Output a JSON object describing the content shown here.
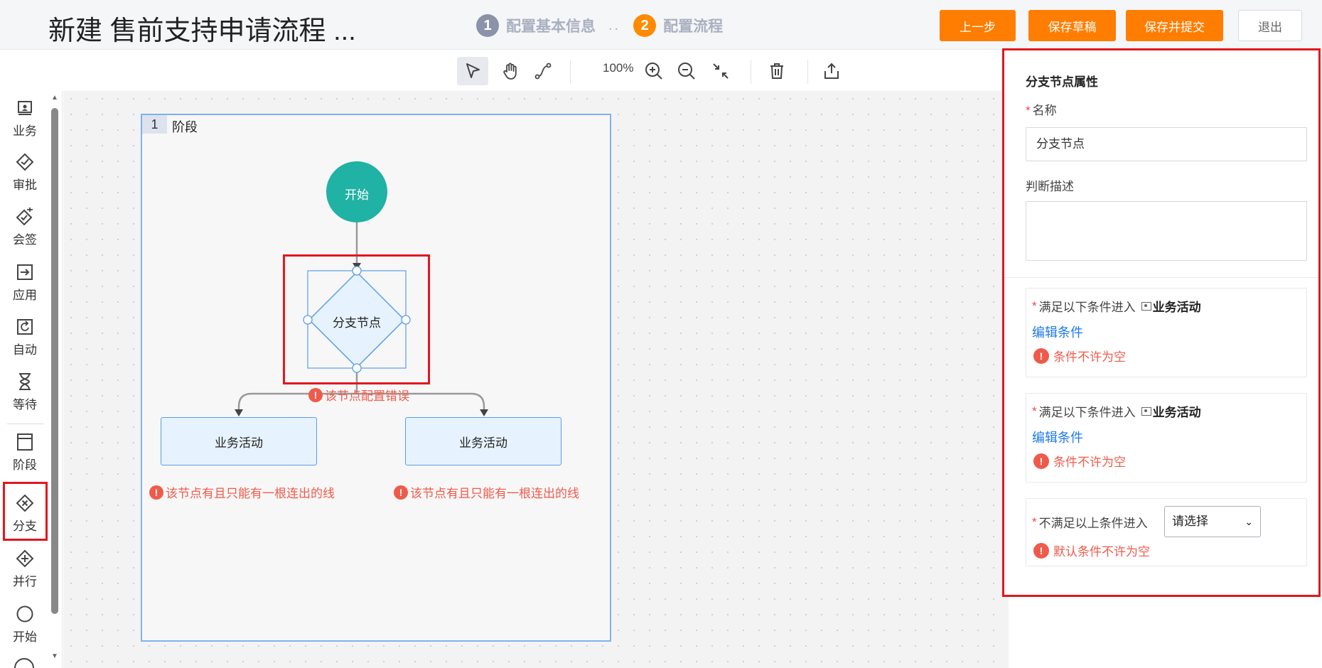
{
  "header": {
    "title": "新建 售前支持申请流程 ...",
    "steps": [
      {
        "num": "1",
        "label": "配置基本信息"
      },
      {
        "num": "2",
        "label": "配置流程"
      }
    ],
    "step_separator": "..",
    "buttons": {
      "prev": "上一步",
      "save_draft": "保存草稿",
      "save_submit": "保存并提交",
      "exit": "退出"
    }
  },
  "toolbar": {
    "zoom": "100%",
    "icons": [
      "pointer-select-icon",
      "hand-pan-icon",
      "connect-line-icon",
      "zoom-in-icon",
      "zoom-out-icon",
      "fit-screen-icon",
      "delete-icon",
      "export-icon"
    ]
  },
  "palette": {
    "items": [
      {
        "label": "业务",
        "icon": "business-icon"
      },
      {
        "label": "审批",
        "icon": "approval-icon"
      },
      {
        "label": "会签",
        "icon": "countersign-icon"
      },
      {
        "label": "应用",
        "icon": "application-icon"
      },
      {
        "label": "自动",
        "icon": "auto-icon"
      },
      {
        "label": "等待",
        "icon": "hourglass-icon"
      },
      {
        "label": "阶段",
        "icon": "stage-icon"
      },
      {
        "label": "分支",
        "icon": "branch-icon"
      },
      {
        "label": "并行",
        "icon": "parallel-icon"
      },
      {
        "label": "开始",
        "icon": "start-icon"
      }
    ]
  },
  "canvas": {
    "stage": {
      "num": "1",
      "label": "阶段"
    },
    "start_label": "开始",
    "branch_label": "分支节点",
    "branch_error": "该节点配置错误",
    "activities": [
      {
        "label": "业务活动",
        "error": "该节点有且只能有一根连出的线"
      },
      {
        "label": "业务活动",
        "error": "该节点有且只能有一根连出的线"
      }
    ]
  },
  "panel": {
    "title": "分支节点属性",
    "name_label": "名称",
    "name_value": "分支节点",
    "desc_label": "判断描述",
    "desc_value": "",
    "conditions": [
      {
        "prefix": "满足以下条件进入",
        "target": "业务活动",
        "edit": "编辑条件",
        "error": "条件不许为空"
      },
      {
        "prefix": "满足以下条件进入",
        "target": "业务活动",
        "edit": "编辑条件",
        "error": "条件不许为空"
      }
    ],
    "default": {
      "label": "不满足以上条件进入",
      "select": "请选择",
      "error": "默认条件不许为空"
    }
  },
  "colors": {
    "accent_orange": "#ff7d00",
    "error_red": "#ef5b4b",
    "highlight_red": "#e3161f",
    "start_teal": "#20b2a4",
    "node_blue": "#5b9ee8",
    "link_blue": "#1e79e8"
  }
}
